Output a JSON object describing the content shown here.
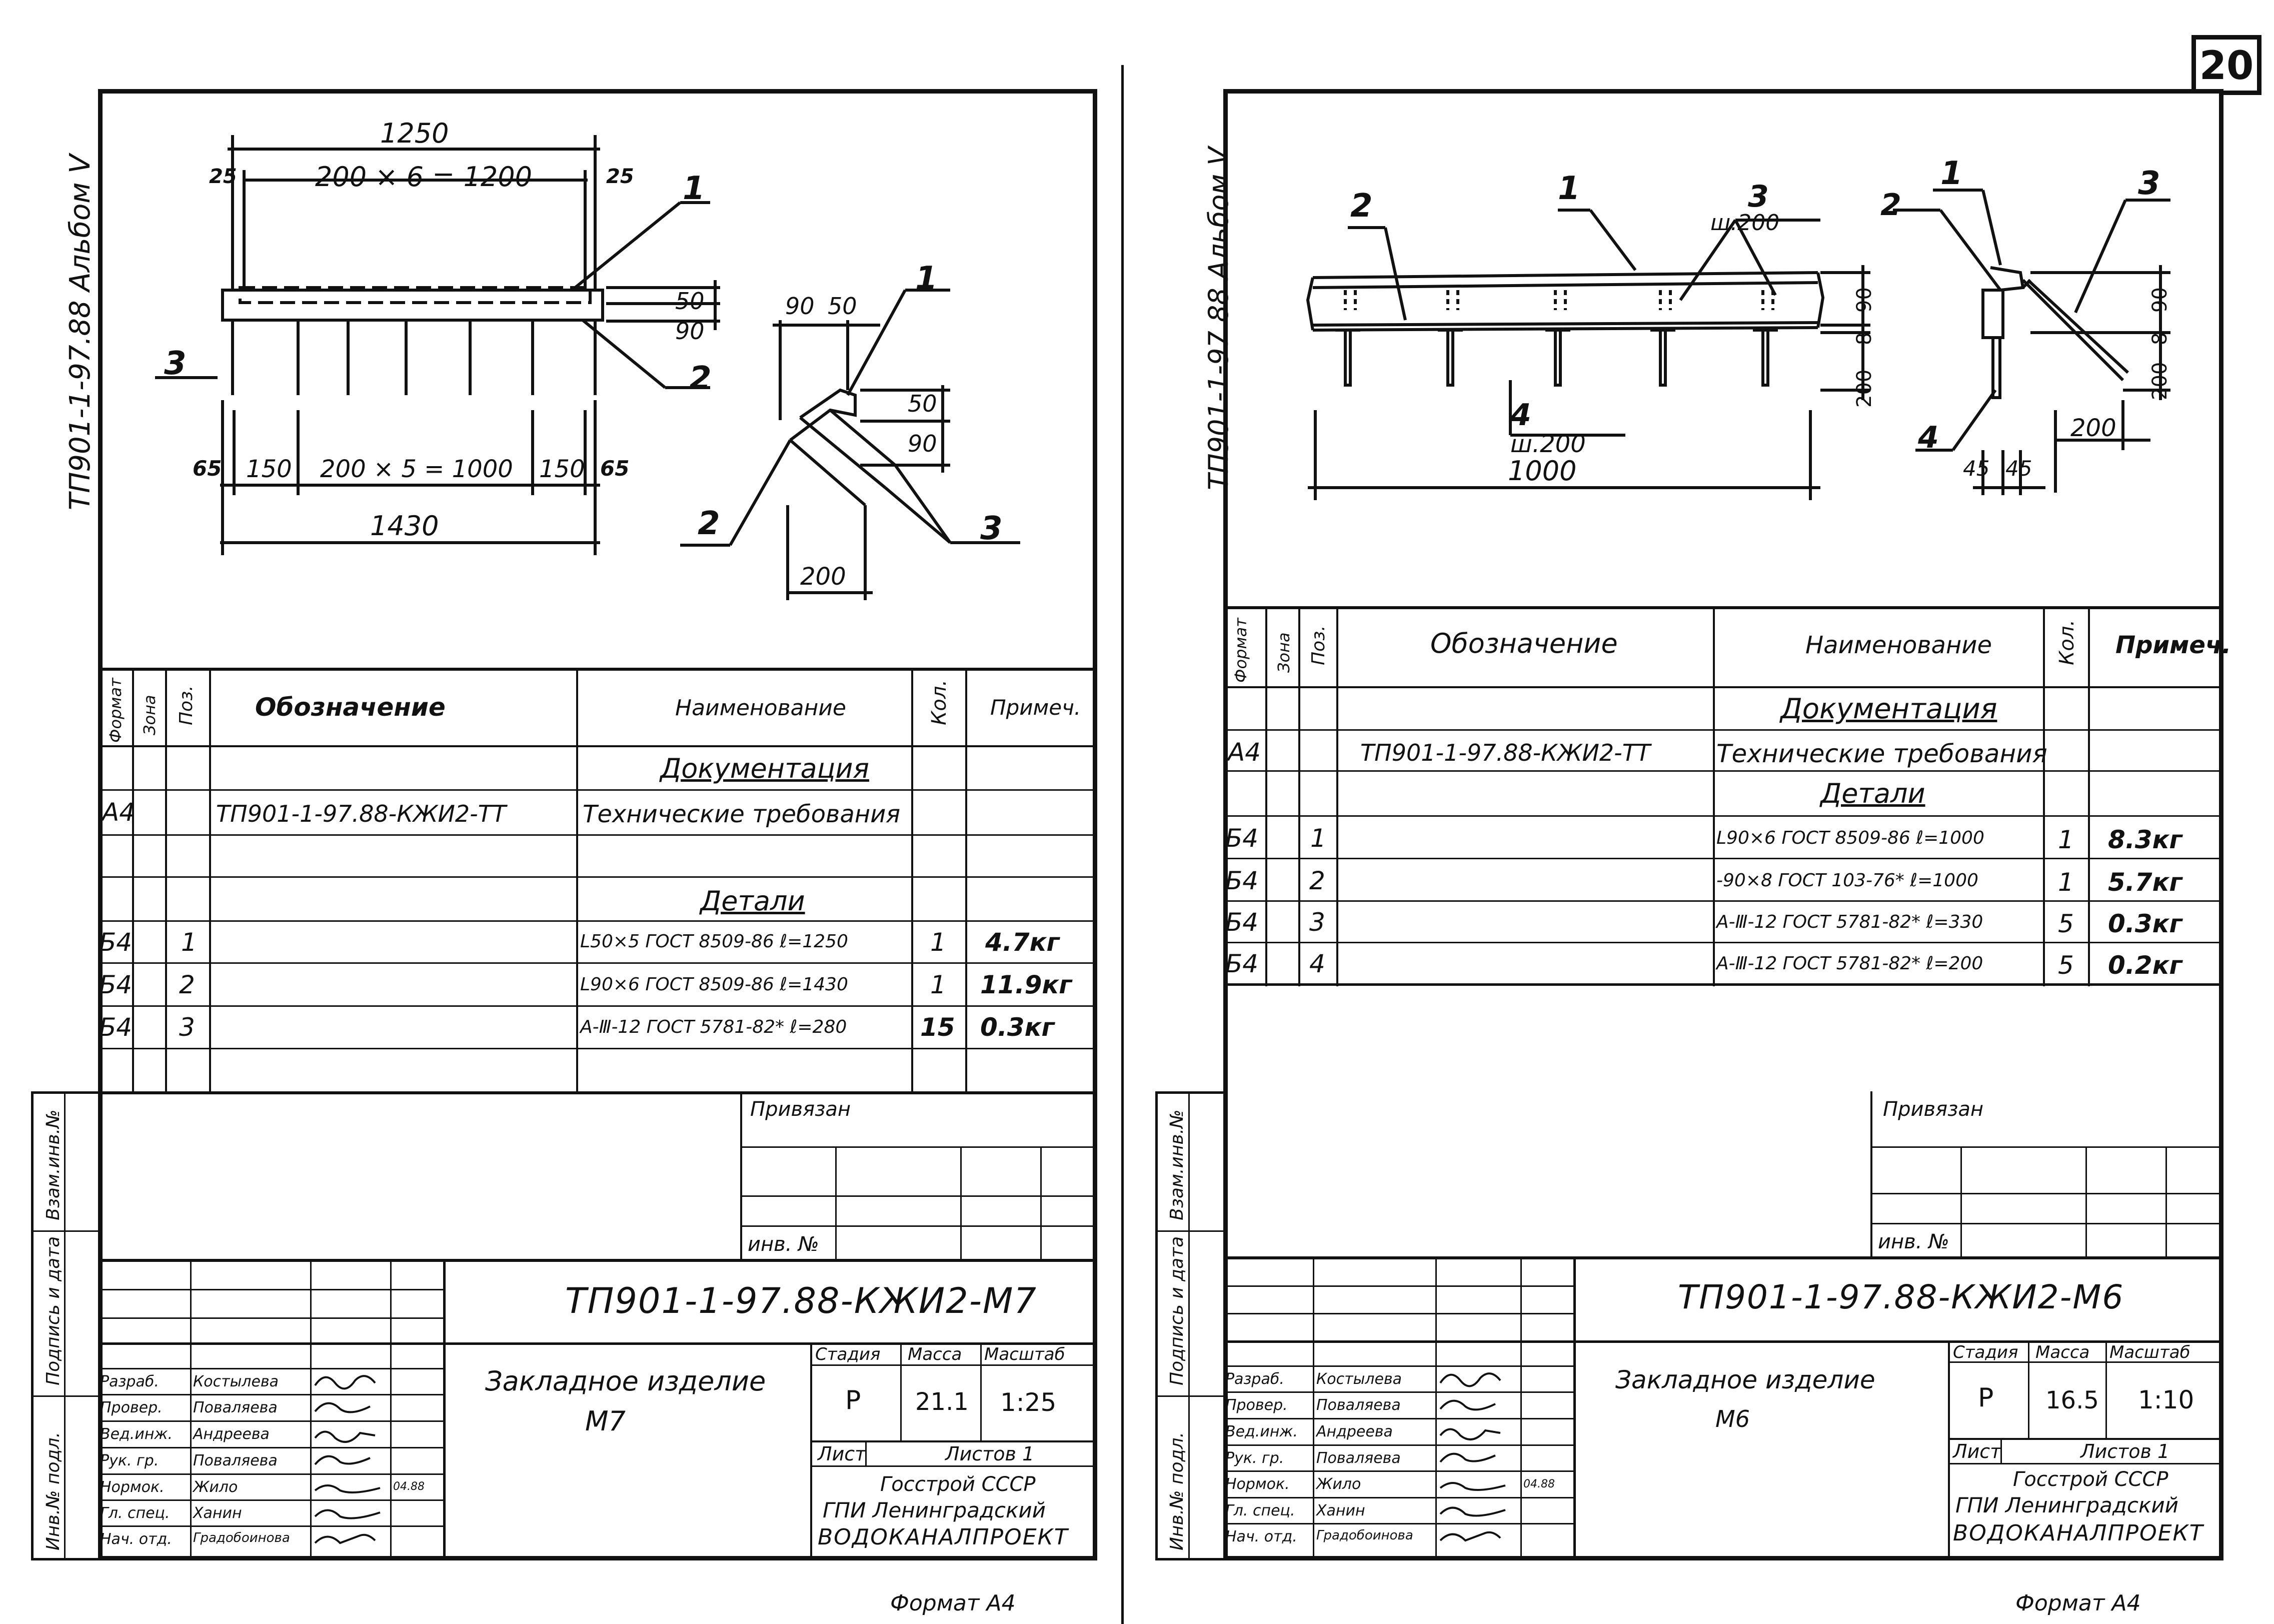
{
  "page_number": "20",
  "left": {
    "side_label": "ТП901-1-97.88 Альбом V",
    "dims": {
      "top_total": "1250",
      "top_spacing": "200 × 6 = 1200",
      "top_left": "25",
      "top_right": "25",
      "bot_left": "65",
      "bot_a": "150",
      "bot_spacing": "200 × 5 = 1000",
      "bot_b": "150",
      "bot_right": "65",
      "bot_total": "1430",
      "h1": "50",
      "h2": "90",
      "sec_a": "90",
      "sec_b": "50",
      "sec_h1": "50",
      "sec_h2": "90",
      "sec_w": "200"
    },
    "callouts": {
      "c1": "1",
      "c2": "2",
      "c3": "3",
      "s1": "1",
      "s2": "2",
      "s3": "3"
    },
    "spec": {
      "headers": {
        "format": "Формат",
        "zone": "Зона",
        "pos": "Поз.",
        "designation": "Обозначение",
        "name": "Наименование",
        "qty": "Кол.",
        "note": "Примеч."
      },
      "section_docs": "Документация",
      "doc_row": {
        "format": "А4",
        "designation": "ТП901-1-97.88-КЖИ2-ТТ",
        "name": "Технические требования"
      },
      "section_parts": "Детали",
      "rows": [
        {
          "format": "Б4",
          "pos": "1",
          "name": "L50×5 ГОСТ 8509-86 ℓ=1250",
          "qty": "1",
          "note": "4.7кг"
        },
        {
          "format": "Б4",
          "pos": "2",
          "name": "L90×6 ГОСТ 8509-86 ℓ=1430",
          "qty": "1",
          "note": "11.9кг"
        },
        {
          "format": "Б4",
          "pos": "3",
          "name": "А-Ⅲ-12 ГОСТ 5781-82* ℓ=280",
          "qty": "15",
          "note": "0.3кг"
        }
      ]
    },
    "side_fields": [
      "Взам.инв.№",
      "Подпись и дата",
      "Инв.№ подл."
    ],
    "privyazan": "Привязан",
    "inv_no": "инв. №",
    "title_code": "ТП901-1-97.88-КЖИ2-М7",
    "item_name": "Закладное изделие",
    "item_mark": "М7",
    "stage_label": "Стадия",
    "mass_label": "Масса",
    "scale_label": "Масштаб",
    "stage": "Р",
    "mass": "21.1",
    "scale": "1:25",
    "sheet_label": "Лист",
    "sheets_label": "Листов 1",
    "org1": "Госстрой СССР",
    "org2": "ГПИ Ленинградский",
    "org3": "ВОДОКАНАЛПРОЕКТ",
    "date_mark": "04.88",
    "staff": [
      {
        "role": "Разраб.",
        "name": "Костылева"
      },
      {
        "role": "Провер.",
        "name": "Поваляева"
      },
      {
        "role": "Вед.инж.",
        "name": "Андреева"
      },
      {
        "role": "Рук. гр.",
        "name": "Поваляева"
      },
      {
        "role": "Нормок.",
        "name": "Жило"
      },
      {
        "role": "Гл. спец.",
        "name": "Ханин"
      },
      {
        "role": "Нач. отд.",
        "name": "Градобоинова"
      }
    ],
    "format_note": "Формат А4"
  },
  "right": {
    "side_label": "ТП901-1-97.88 Альбом V",
    "dims": {
      "span": "1000",
      "step_top": "ш.200",
      "step_bot": "ш.200",
      "h1": "90",
      "h2": "8",
      "h3": "200",
      "sec_h1": "90",
      "sec_h2": "8",
      "sec_h3": "200",
      "sec_w": "200",
      "sec_a": "45",
      "sec_b": "45"
    },
    "callouts": {
      "c1": "1",
      "c2": "2",
      "c3": "3",
      "c4": "4",
      "s1": "1",
      "s2": "2",
      "s3": "3",
      "s4": "4"
    },
    "spec": {
      "headers": {
        "format": "Формат",
        "zone": "Зона",
        "pos": "Поз.",
        "designation": "Обозначение",
        "name": "Наименование",
        "qty": "Кол.",
        "note": "Примеч."
      },
      "section_docs": "Документация",
      "doc_row": {
        "format": "А4",
        "designation": "ТП901-1-97.88-КЖИ2-ТТ",
        "name": "Технические требования"
      },
      "section_parts": "Детали",
      "rows": [
        {
          "format": "Б4",
          "pos": "1",
          "name": "L90×6 ГОСТ 8509-86 ℓ=1000",
          "qty": "1",
          "note": "8.3кг"
        },
        {
          "format": "Б4",
          "pos": "2",
          "name": "-90×8 ГОСТ 103-76* ℓ=1000",
          "qty": "1",
          "note": "5.7кг"
        },
        {
          "format": "Б4",
          "pos": "3",
          "name": "А-Ⅲ-12 ГОСТ 5781-82* ℓ=330",
          "qty": "5",
          "note": "0.3кг"
        },
        {
          "format": "Б4",
          "pos": "4",
          "name": "А-Ⅲ-12 ГОСТ 5781-82* ℓ=200",
          "qty": "5",
          "note": "0.2кг"
        }
      ]
    },
    "side_fields": [
      "Взам.инв.№",
      "Подпись и дата",
      "Инв.№ подл."
    ],
    "privyazan": "Привязан",
    "inv_no": "инв. №",
    "title_code": "ТП901-1-97.88-КЖИ2-М6",
    "item_name": "Закладное изделие",
    "item_mark": "М6",
    "stage_label": "Стадия",
    "mass_label": "Масса",
    "scale_label": "Масштаб",
    "stage": "Р",
    "mass": "16.5",
    "scale": "1:10",
    "sheet_label": "Лист",
    "sheets_label": "Листов 1",
    "org1": "Госстрой СССР",
    "org2": "ГПИ Ленинградский",
    "org3": "ВОДОКАНАЛПРОЕКТ",
    "date_mark": "04.88",
    "staff": [
      {
        "role": "Разраб.",
        "name": "Костылева"
      },
      {
        "role": "Провер.",
        "name": "Поваляева"
      },
      {
        "role": "Вед.инж.",
        "name": "Андреева"
      },
      {
        "role": "Рук. гр.",
        "name": "Поваляева"
      },
      {
        "role": "Нормок.",
        "name": "Жило"
      },
      {
        "role": "Гл. спец.",
        "name": "Ханин"
      },
      {
        "role": "Нач. отд.",
        "name": "Градобоинова"
      }
    ],
    "format_note": "Формат А4"
  }
}
